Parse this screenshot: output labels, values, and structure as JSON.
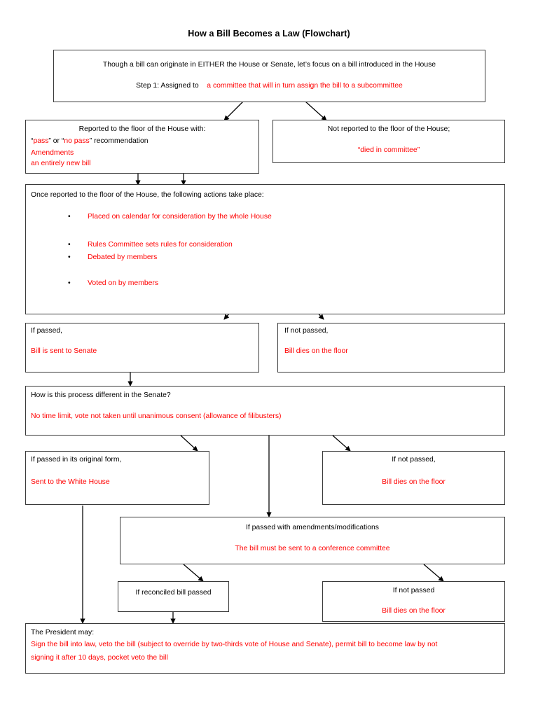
{
  "document": {
    "title": "How a Bill Becomes a Law (Flowchart)"
  },
  "colors": {
    "text_black": "#000000",
    "text_red": "#ff0000",
    "box_border": "#3a3a3a",
    "page_background": "#ffffff"
  },
  "nodes": {
    "intro": {
      "line1": "Though a bill can originate in EITHER the House or Senate, let’s focus on a bill introduced in the House",
      "line2_black": "Step 1: Assigned to",
      "line2_red": "a committee that will in turn assign the bill to a subcommittee"
    },
    "reported": {
      "heading": "Reported to the floor of the House with:",
      "item1_pre": "“",
      "item1_red1": "pass",
      "item1_mid": "” or “",
      "item1_red2": "no pass",
      "item1_post": "” recommendation",
      "item2": "Amendments",
      "item3": "an entirely new bill"
    },
    "not_reported": {
      "heading": "Not reported to the floor of the House;",
      "body": "“died in committee”"
    },
    "floor_actions": {
      "heading": "Once reported to the floor of the House, the following actions take place:",
      "bullet_glyph": "•",
      "bullets": [
        "Placed on calendar for consideration by the whole House",
        "Rules Committee sets rules for consideration",
        "Debated by members",
        "Voted on by members"
      ]
    },
    "house_passed": {
      "heading": "If passed,",
      "body": "Bill is sent to Senate"
    },
    "house_not_passed": {
      "heading": "If not passed,",
      "body": "Bill dies on the floor"
    },
    "senate": {
      "heading": "How is this process different in the Senate?",
      "body": "No time limit, vote not taken until unanimous consent (allowance of filibusters)"
    },
    "senate_passed_original": {
      "heading": "If passed in its original form,",
      "body": "Sent to the White House"
    },
    "senate_not_passed": {
      "heading": "If not passed,",
      "body": "Bill dies on the floor"
    },
    "amended": {
      "heading": "If passed with amendments/modifications",
      "body": "The bill must be sent to a conference committee"
    },
    "reconciled_passed": {
      "heading": "If reconciled bill passed"
    },
    "reconciled_not_passed": {
      "heading": "If not passed",
      "body": "Bill dies on the floor"
    },
    "president": {
      "heading": "The President may:",
      "body_line1": "Sign the bill into law, veto the bill (subject to override by two-thirds vote of House and Senate), permit bill to become law by not",
      "body_line2": "signing it after 10 days, pocket veto the bill"
    }
  }
}
